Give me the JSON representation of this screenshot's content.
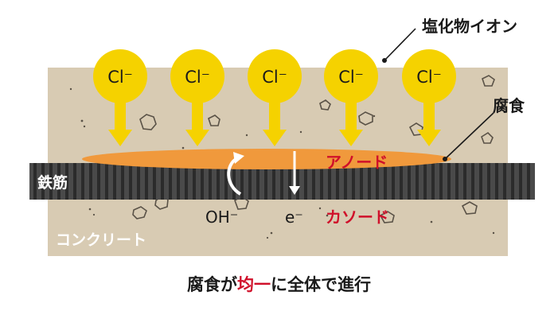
{
  "labels": {
    "chloride_ion": "塩化物イオン",
    "corrosion": "腐食",
    "rebar": "鉄筋",
    "concrete": "コンクリート",
    "anode": "アノード",
    "cathode": "カソード",
    "hydroxide": "OH⁻",
    "electron": "e⁻"
  },
  "ions": [
    {
      "label": "Cl⁻"
    },
    {
      "label": "Cl⁻"
    },
    {
      "label": "Cl⁻"
    },
    {
      "label": "Cl⁻"
    },
    {
      "label": "Cl⁻"
    }
  ],
  "caption": {
    "part1": "腐食が",
    "highlight1": "均一",
    "part2": "に全体で進行"
  },
  "colors": {
    "concrete": "#d8cbb3",
    "ion": "#f5d200",
    "corrosion": "#f0993c",
    "rebar": "#4a4a4a",
    "highlight": "#d0102a"
  }
}
